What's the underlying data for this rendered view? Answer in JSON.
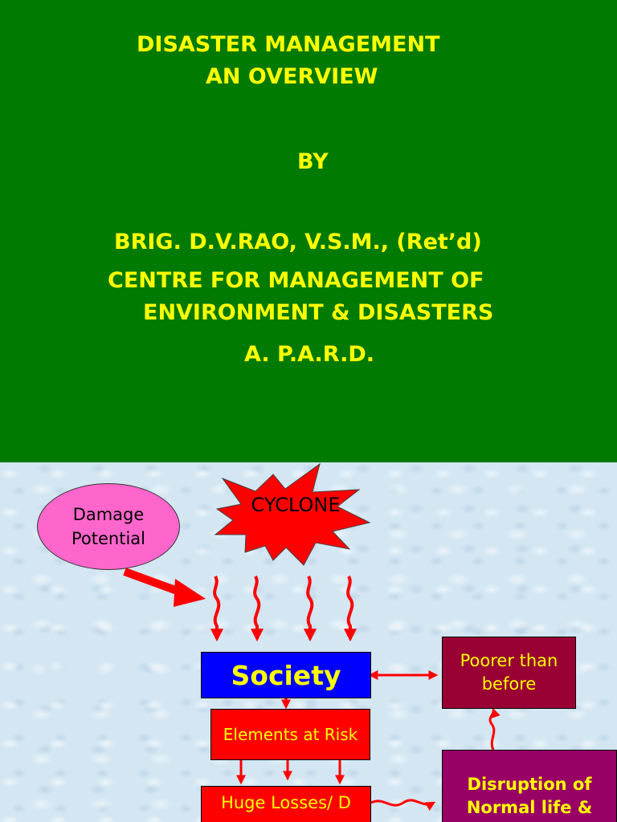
{
  "title_slide": {
    "title_line1": "DISASTER  MANAGEMENT",
    "title_line2": "AN OVERVIEW",
    "by": "BY",
    "author": "BRIG. D.V.RAO, V.S.M., (Ret’d)",
    "org_line1": "CENTRE FOR MANAGEMENT OF",
    "org_line2": "ENVIRONMENT & DISASTERS",
    "org_short": "A. P.A.R.D."
  },
  "diagram": {
    "damage_potential": "Damage Potential",
    "cyclone": "CYCLONE",
    "society": "Society",
    "poorer": "Poorer than before",
    "elements_at_risk": "Elements at Risk",
    "huge_losses": "Huge Losses/ D",
    "disruption": "Disruption of Normal life &"
  },
  "colors": {
    "title_bg": "#007a00",
    "title_text": "#ffff00",
    "arrow": "#ff0000",
    "burst": "#ff0000"
  }
}
